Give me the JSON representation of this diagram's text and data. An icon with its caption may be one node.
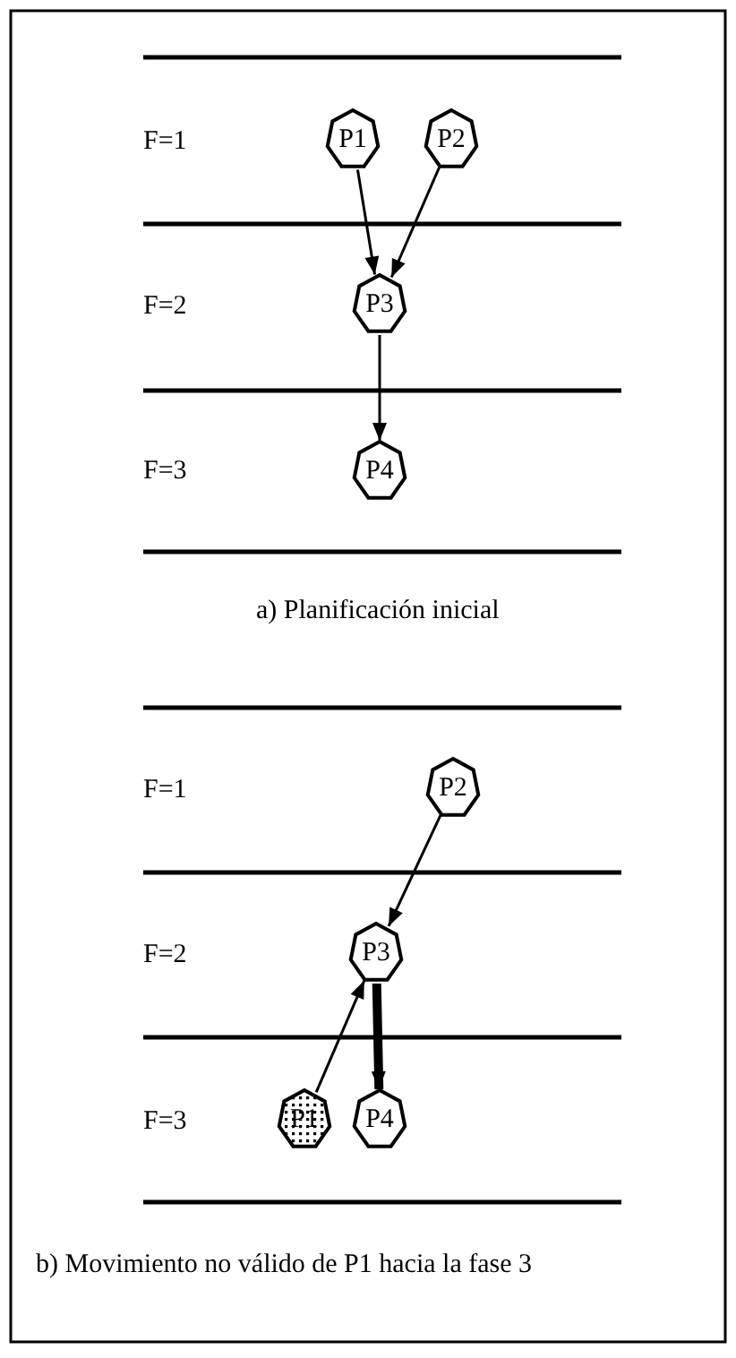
{
  "diagram": {
    "nodes": [
      {
        "text": [
          "P1"
        ]
      },
      {
        "text": [
          "P2"
        ]
      },
      {
        "text": [
          "P3"
        ]
      },
      {
        "text": [
          "P4"
        ]
      },
      {
        "text": [
          "P2"
        ]
      },
      {
        "text": [
          "P3"
        ]
      },
      {
        "text": [
          "P1"
        ]
      },
      {
        "text": [
          "P4"
        ]
      }
    ],
    "edges": [
      {
        "from": 0,
        "to": 2,
        "arrow": "to"
      },
      {
        "from": 1,
        "to": 2,
        "arrow": "to"
      },
      {
        "from": 2,
        "to": 3,
        "arrow": "to"
      },
      {
        "from": 4,
        "to": 5,
        "arrow": "to"
      },
      {
        "from": 6,
        "to": 5,
        "arrow": "to"
      },
      {
        "from": 5,
        "to": 7,
        "arrow": "to",
        "style": "thick"
      }
    ],
    "labels": [
      "F=1",
      "F=2",
      "F=3",
      "a) Planificación inicial",
      "F=1",
      "F=2",
      "F=3",
      "b) Movimiento no válido de P1 hacia la fase 3"
    ]
  }
}
